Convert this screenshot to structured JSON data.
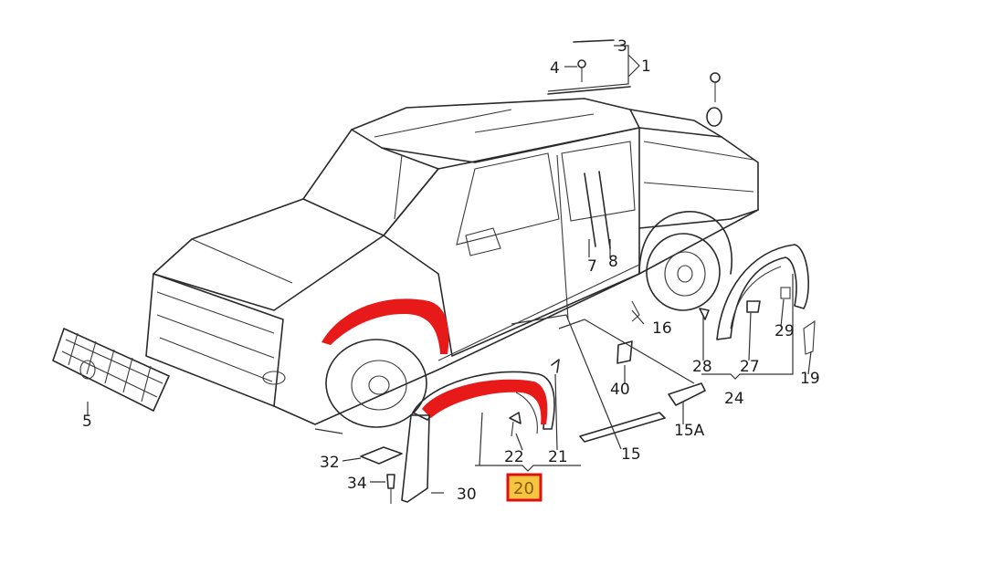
{
  "labels": {
    "l1": "1",
    "l3": "3",
    "l4": "4",
    "l5": "5",
    "l7": "7",
    "l8": "8",
    "l15": "15",
    "l15A": "15A",
    "l16": "16",
    "l19": "19",
    "l20": "20",
    "l21": "21",
    "l22": "22",
    "l24": "24",
    "l27": "27",
    "l28": "28",
    "l29": "29",
    "l30": "30",
    "l32": "32",
    "l34": "34",
    "l40": "40"
  },
  "colors": {
    "highlight_fill": "#e81919",
    "callout_box": "#f5c542",
    "callout_border": "#dd1111"
  },
  "highlighted_part": "20"
}
